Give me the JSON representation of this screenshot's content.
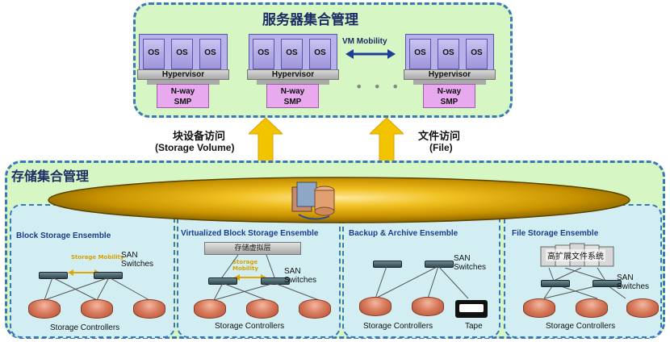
{
  "server_mgmt": {
    "title": "服务器集合管理",
    "os_label": "OS",
    "hypervisor_label": "Hypervisor",
    "smp_line1": "N-way",
    "smp_line2": "SMP",
    "vm_mobility": "VM Mobility"
  },
  "access": {
    "block_cn": "块设备访问",
    "block_en": "(Storage Volume)",
    "file_cn": "文件访问",
    "file_en": "(File)"
  },
  "storage_mgmt": {
    "title": "存储集合管理"
  },
  "ensembles": {
    "block": {
      "title": "Block Storage Ensemble",
      "mobility": "Storage Mobility",
      "switches": "SAN Switches",
      "controllers": "Storage Controllers"
    },
    "virtual": {
      "title": "Virtualized Block Storage Ensemble",
      "layer": "存储虚拟层",
      "mobility": "Storage Mobility",
      "switches": "SAN Switches",
      "controllers": "Storage Controllers"
    },
    "backup": {
      "title": "Backup & Archive Ensemble",
      "switches": "SAN Switches",
      "controllers": "Storage Controllers",
      "tape": "Tape"
    },
    "file": {
      "title": "File Storage Ensemble",
      "fs": "高扩展文件系统",
      "switches": "SAN Switches",
      "controllers": "Storage Controllers"
    }
  },
  "colors": {
    "panel_green": "#d6f7c3",
    "sub_cyan": "#d2eef2",
    "dash_blue": "#3a78b8",
    "arrow_yellow": "#f2c400",
    "title_navy": "#1b2c66"
  }
}
